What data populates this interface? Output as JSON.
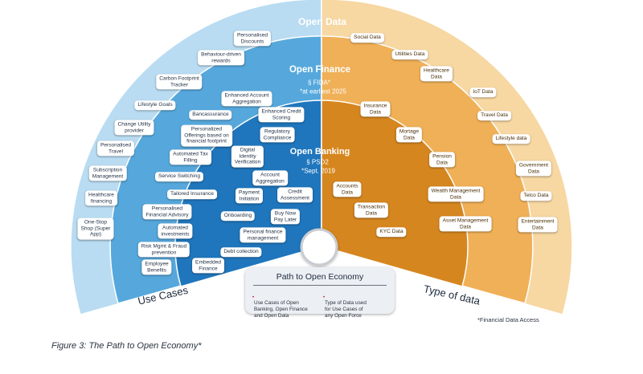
{
  "rings": {
    "open_data": {
      "title": "Open Data"
    },
    "open_finance": {
      "title": "Open Finance",
      "reg": "§ FIDA*",
      "note": "*at earliest 2025"
    },
    "open_banking": {
      "title": "Open Banking",
      "reg": "§ PSD2",
      "note": "*Sept. 2019"
    }
  },
  "colors": {
    "left_outer": "#b9dcf2",
    "left_mid": "#56a8dc",
    "left_inner": "#1f76bd",
    "right_outer": "#f7d7a2",
    "right_mid": "#f0b057",
    "right_inner": "#d6861f"
  },
  "use_cases": [
    "Personalised\nDiscounts",
    "Behaviour-driven\nrewards",
    "Carbon Footprint\nTracker",
    "Lifestyle Goals",
    "Change Utility\nprovider",
    "Personalised\nTravel",
    "Subscription\nManagement",
    "Healthcare\nfinancing",
    "One-Stop\nShop (Super\nApp)",
    "Enhanced Account\nAggregation",
    "Bancassurance",
    "Enhanced Credit\nScoring",
    "Personalized\nOfferings based on\nfinancial footprint",
    "Regulatory\nCompliance",
    "Automated Tax\nFilling",
    "Digital\nIdentity\nVerification",
    "Service Switching",
    "Account\nAggregation",
    "Tailored Insurance",
    "Payment\nInitiation",
    "Credit\nAssessment",
    "Personalised\nFinancial Advisory",
    "Onboarding",
    "Buy Now\nPay Later",
    "Automated\ninvestments",
    "Personal finance\nmanagement",
    "Risk Mgmt & Fraud\nprevention",
    "Debt collection",
    "Employee\nBenefits",
    "Embedded\nFinance"
  ],
  "data_types": [
    "Social Data",
    "Utilities Data",
    "Healthcare\nData",
    "IoT Data",
    "Travel Data",
    "Lifestyle data",
    "Government\nData",
    "Telco Data",
    "Entertainment\nData",
    "Insurance\nData",
    "Mortage\nData",
    "Pension\nData",
    "Wealth Management\nData",
    "Asset Management\nData",
    "Accounts\nData",
    "Transaction\nData",
    "KYC Data"
  ],
  "legend": {
    "title": "Path to Open Economy",
    "left_mark": "•",
    "left_text": "Use Cases of Open\nBanking, Open Finance\nand Open Data",
    "right_mark": "•",
    "right_text": "Type of Data used\nfor Use Cases of\nany Open Force"
  },
  "side_labels": {
    "left": "Use Cases",
    "right": "Type of data"
  },
  "footnote": "*Financial Data Access",
  "caption": "Figure 3: The Path to Open Economy*"
}
